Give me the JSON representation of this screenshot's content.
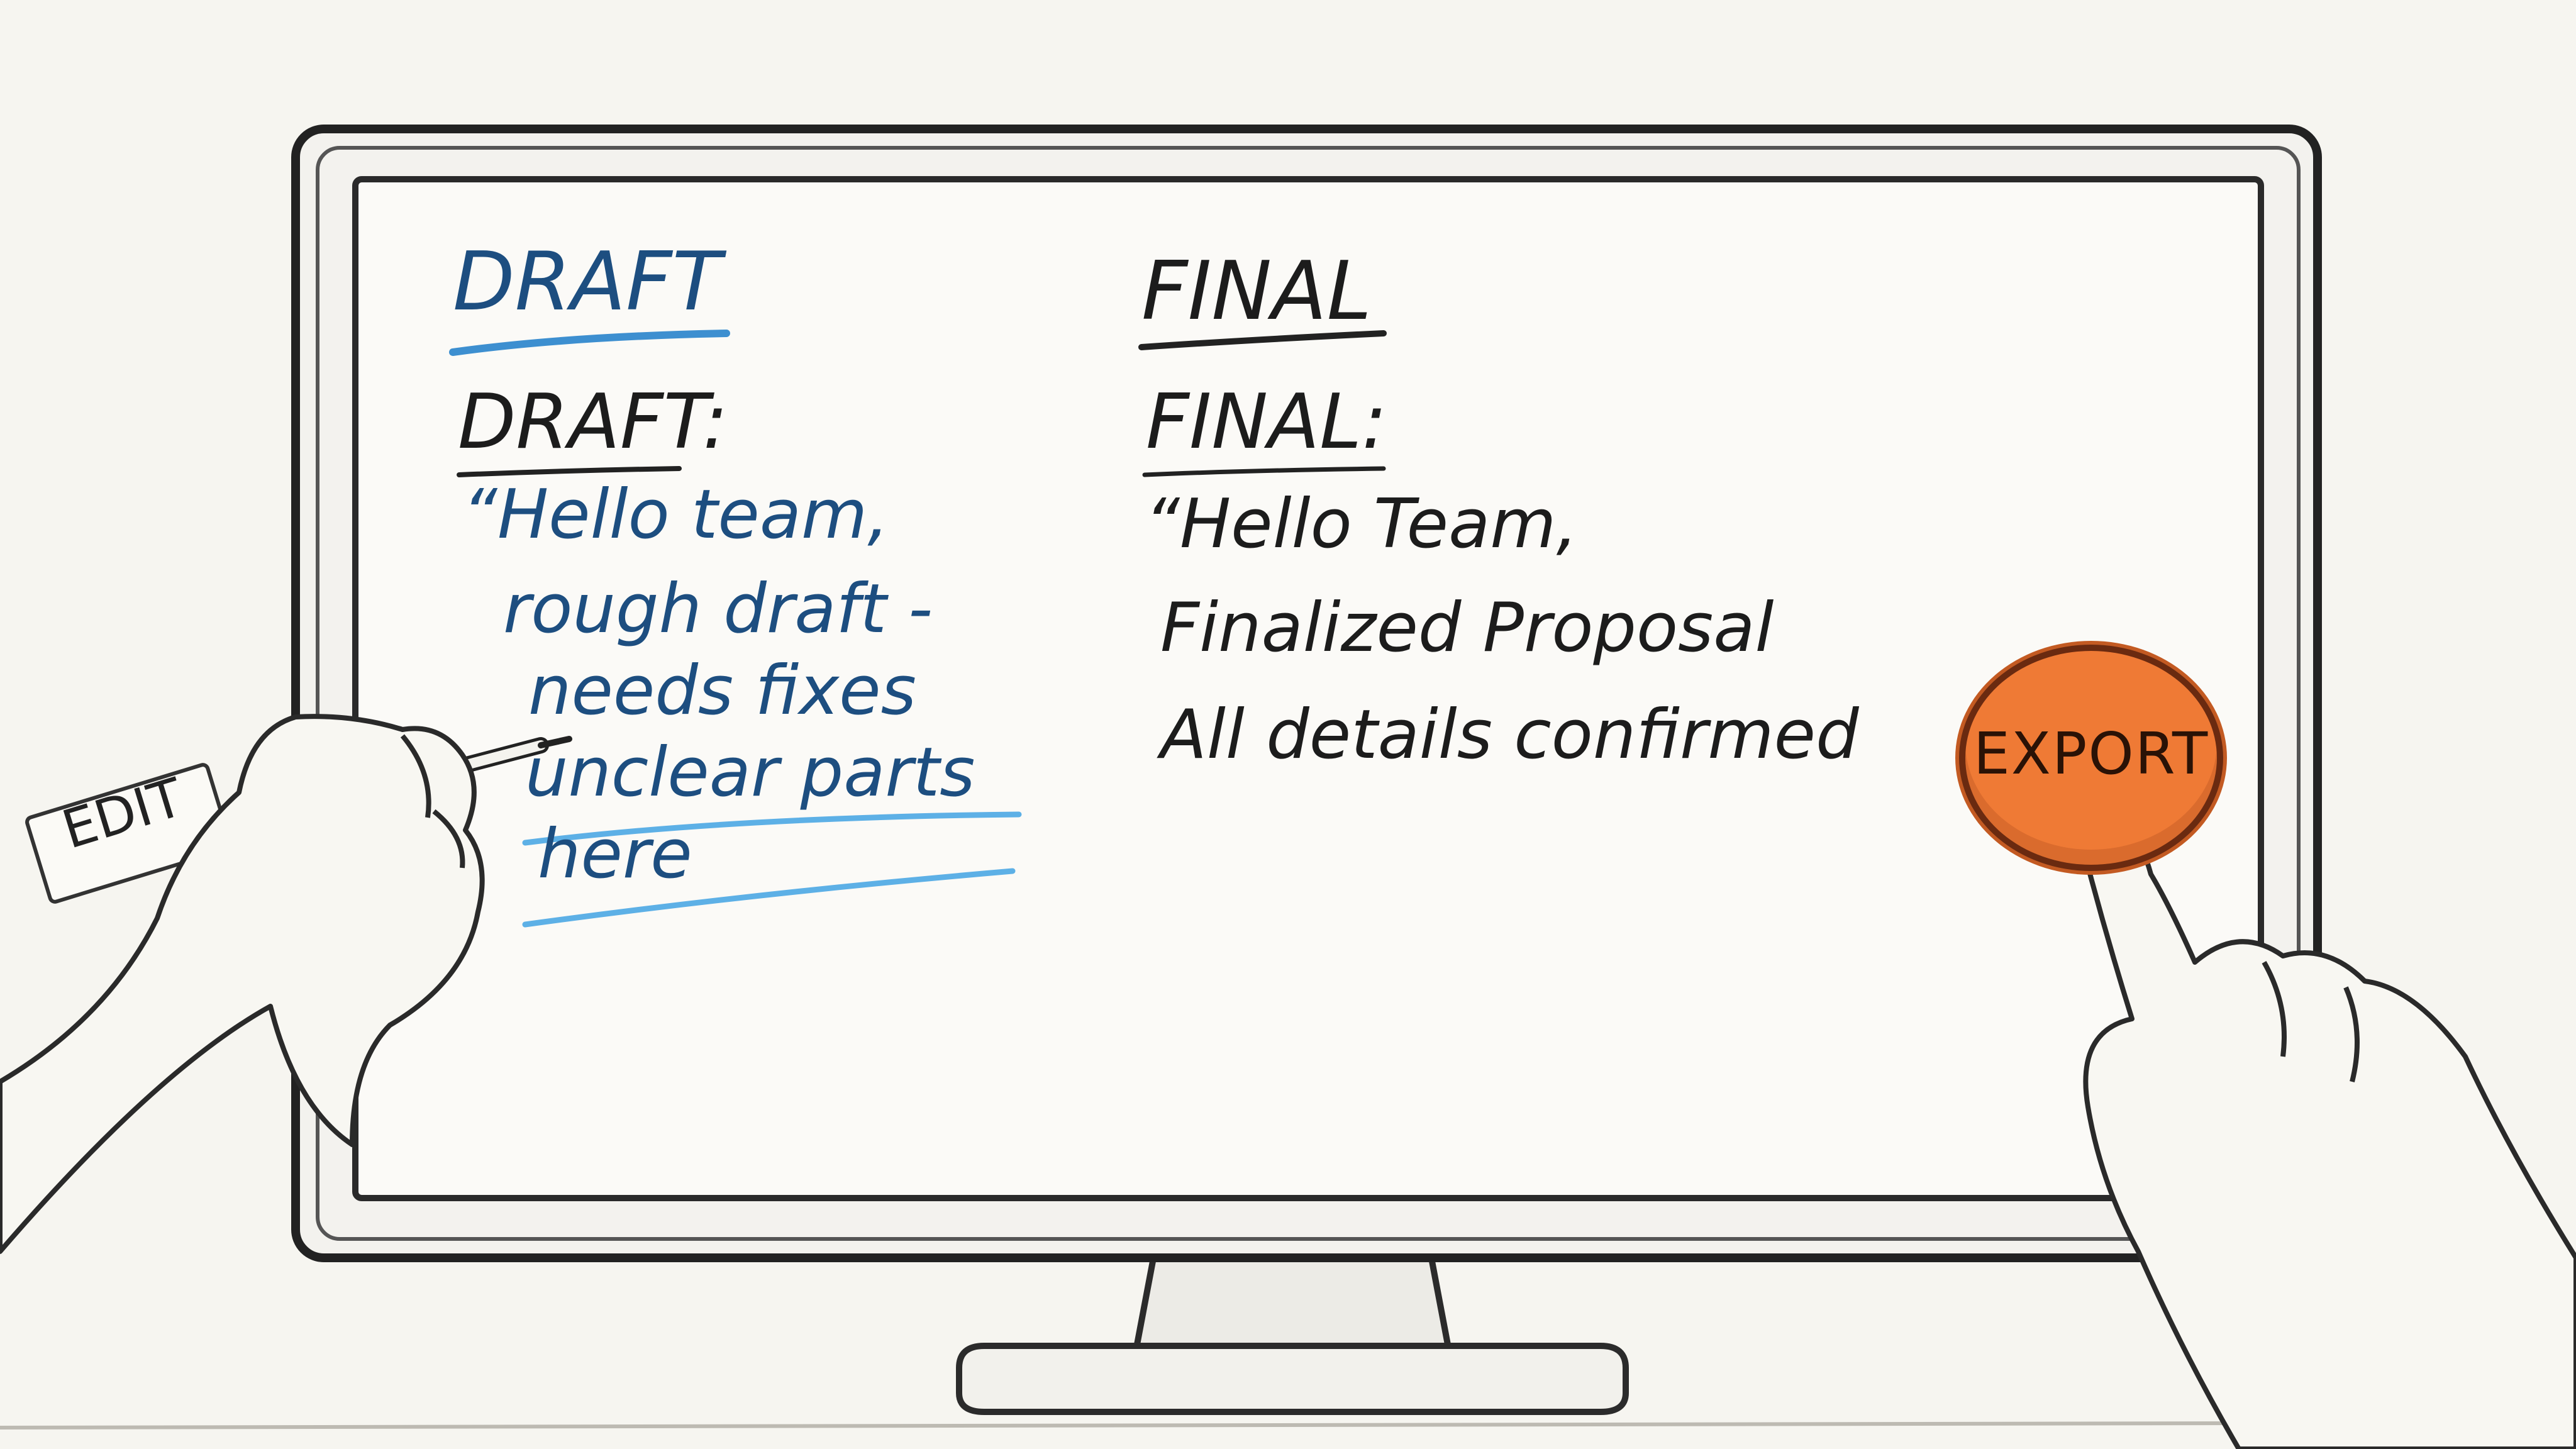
{
  "draft_column": {
    "header": "DRAFT",
    "label": "DRAFT:",
    "lines": [
      "“Hello team,",
      "rough draft -",
      "needs fixes",
      "unclear parts",
      "here"
    ]
  },
  "final_column": {
    "header": "FINAL",
    "label": "FINAL:",
    "lines": [
      "“Hello Team,",
      "Finalized Proposal",
      "All details confirmed"
    ]
  },
  "buttons": {
    "export_label": "EXPORT"
  },
  "tags": {
    "edit_label": "EDIT"
  },
  "colors": {
    "draft_ink": "#1d4e80",
    "draft_underline": "#4aa3dd",
    "final_ink": "#1c1c1c",
    "export_button": "#ef7a35"
  },
  "icons": {
    "pen": "pen-icon",
    "pointing_hand": "pointing-hand-icon"
  }
}
